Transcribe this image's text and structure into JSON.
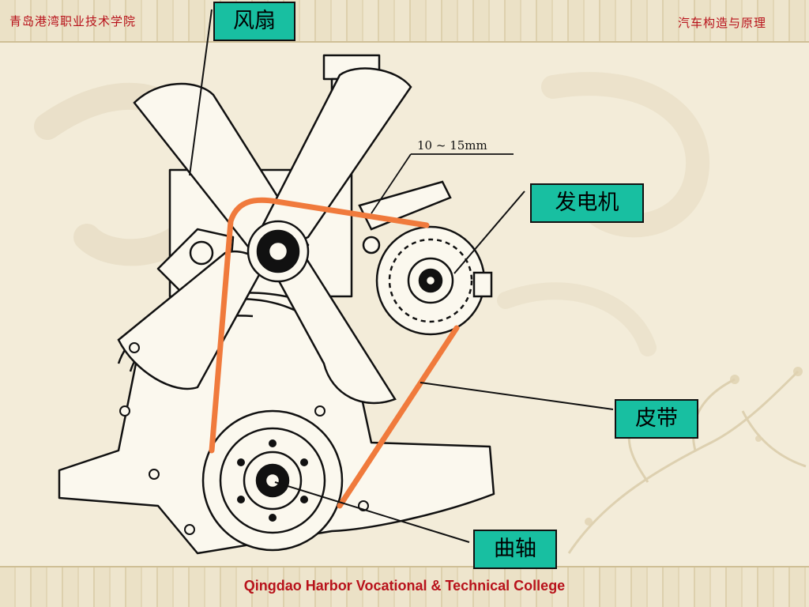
{
  "header": {
    "left_title": "青岛港湾职业技术学院",
    "right_title": "汽车构造与原理"
  },
  "footer": {
    "text": "Qingdao Harbor Vocational & Technical College"
  },
  "labels": {
    "fan": "风扇",
    "generator": "发电机",
    "belt": "皮带",
    "crankshaft": "曲轴"
  },
  "dimension": {
    "text": "10 ~ 15mm"
  },
  "colors": {
    "label_fill": "#18bfa1",
    "belt": "#f07a3c",
    "header_text": "#b8121b",
    "background": "#f3ecd9"
  }
}
